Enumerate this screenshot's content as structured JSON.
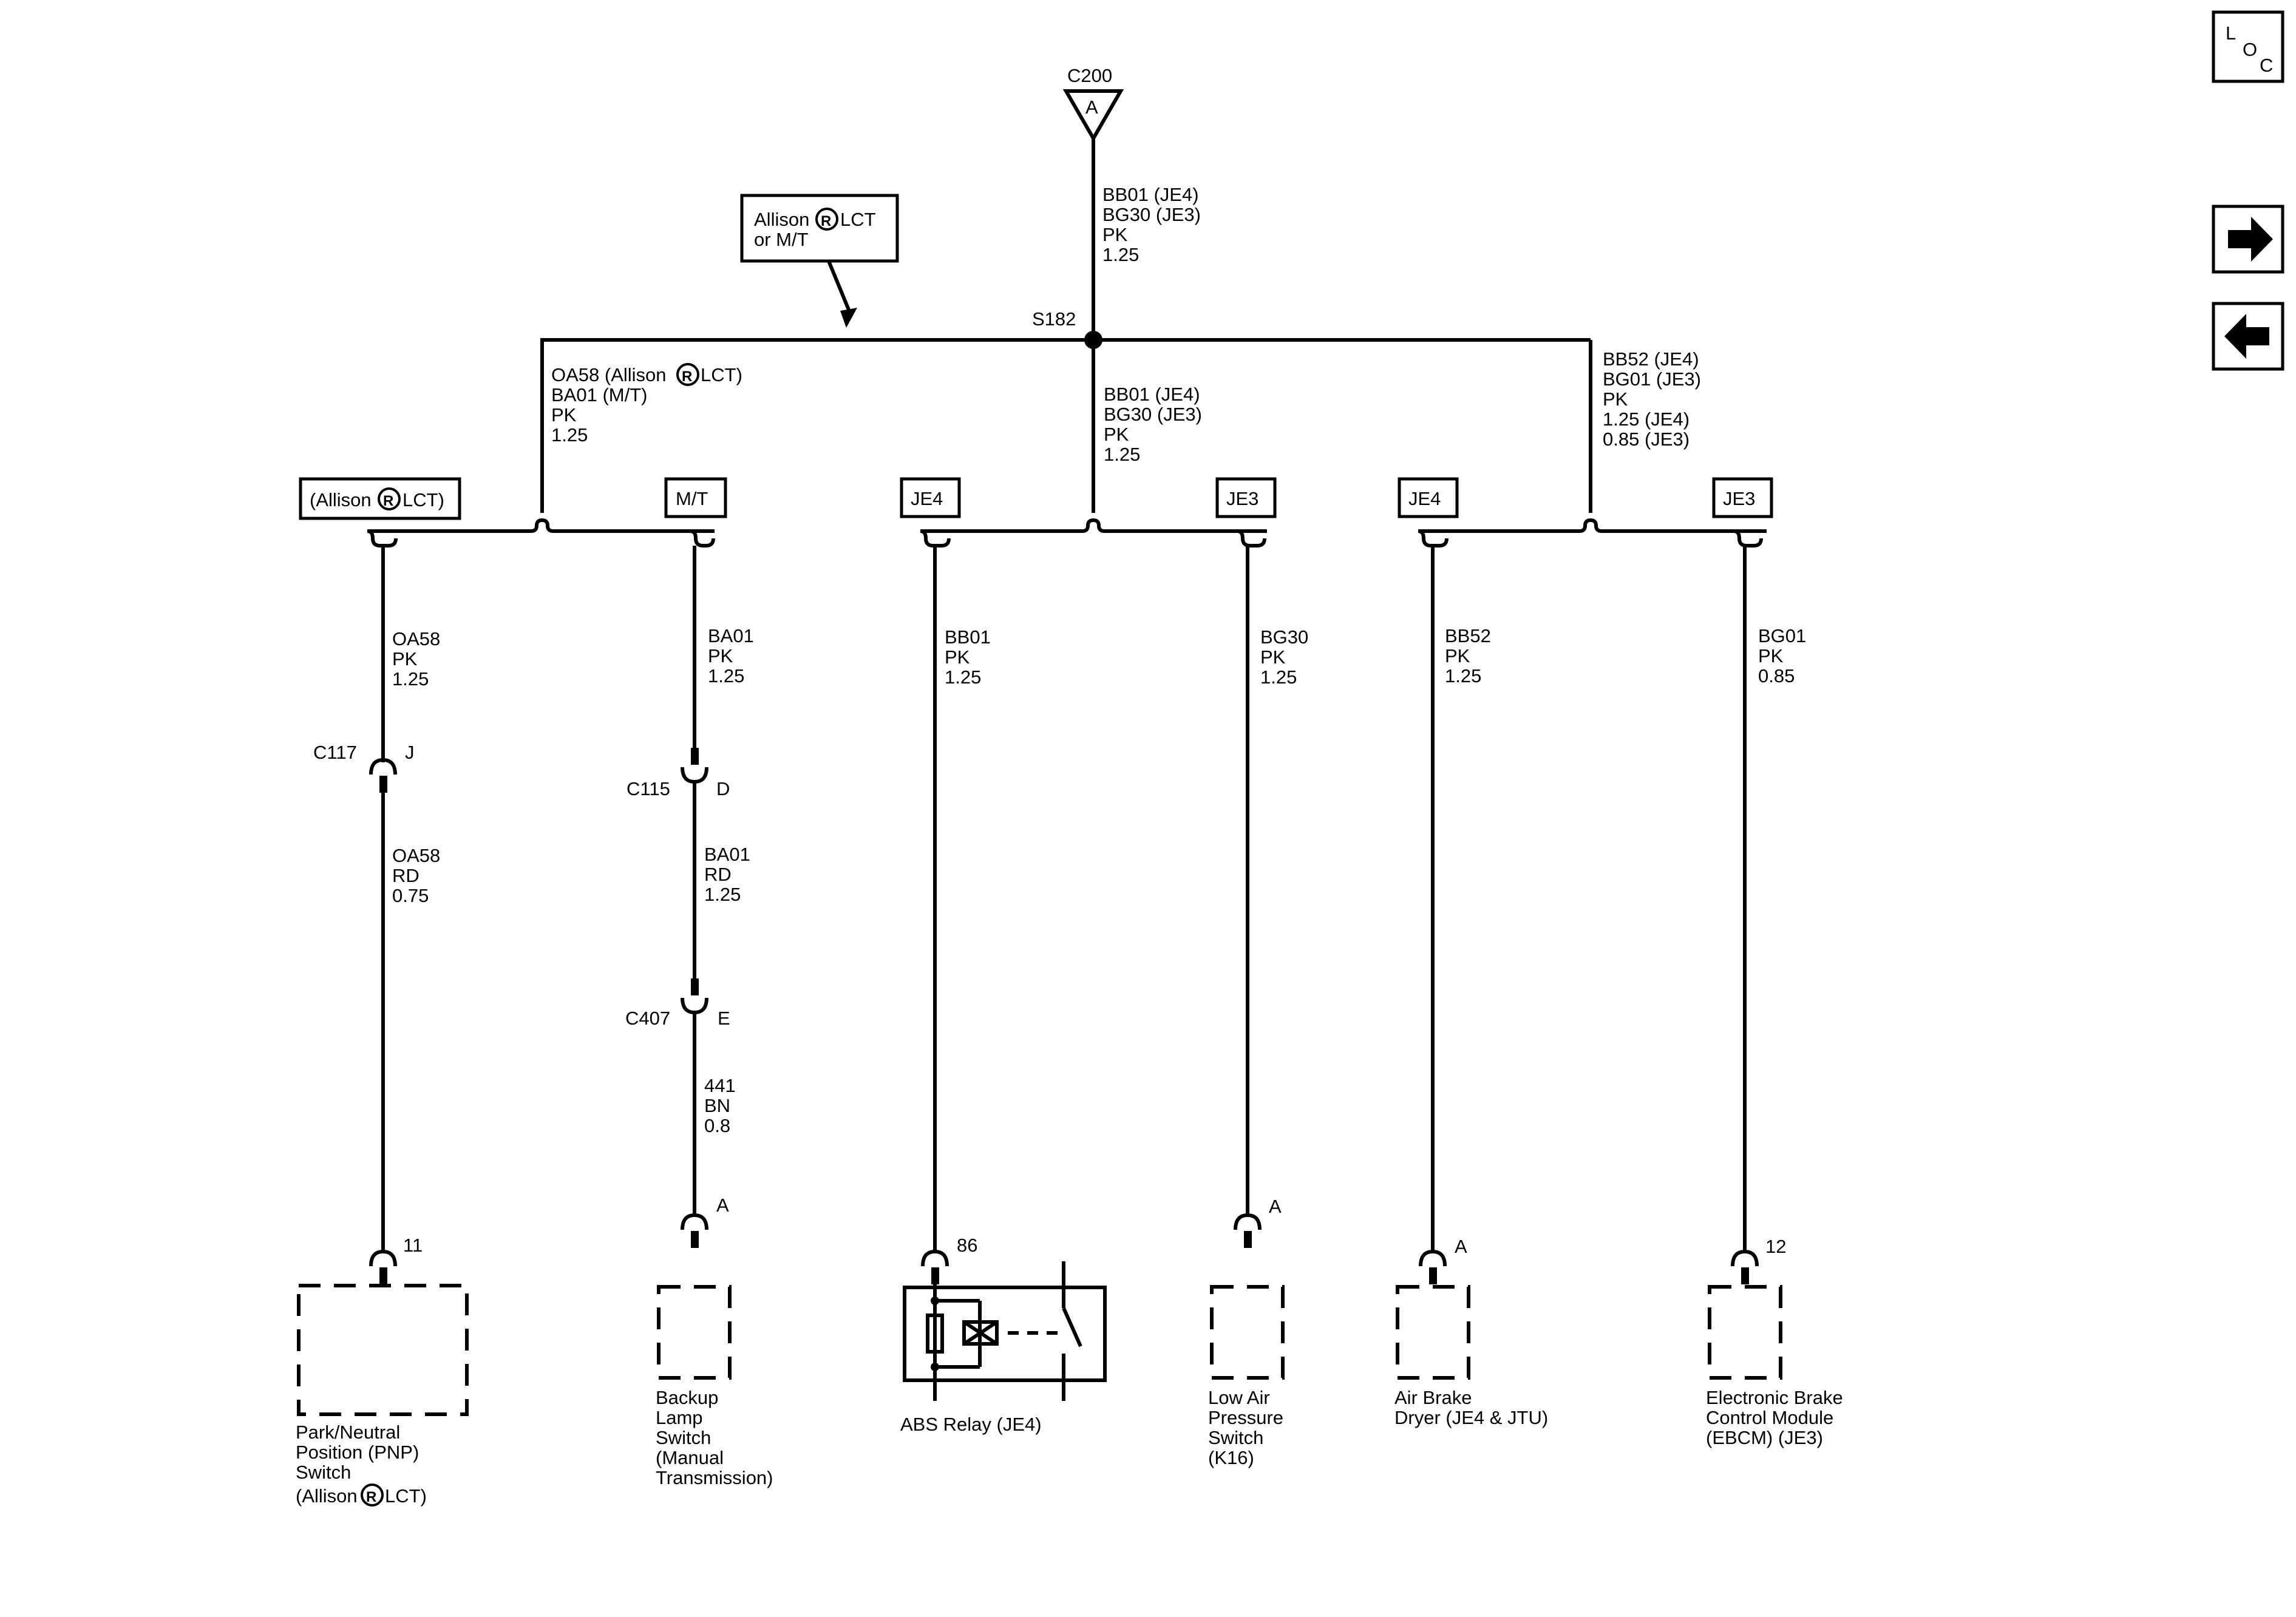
{
  "nav": {
    "loc_letters": [
      "L",
      "O",
      "C"
    ],
    "forward_icon": "arrow-right-icon",
    "back_icon": "arrow-left-icon"
  },
  "top": {
    "c200": "C200",
    "c200_pin": "A",
    "feed_wire": [
      "BB01 (JE4)",
      "BG30 (JE3)",
      "PK",
      "1.25"
    ],
    "splice": "S182",
    "callout": [
      "Allison",
      "LCT",
      "or M/T"
    ]
  },
  "branches": {
    "left": [
      "OA58 (Allison",
      "LCT)",
      "BA01 (M/T)",
      "PK",
      "1.25"
    ],
    "middle": [
      "BB01 (JE4)",
      "BG30 (JE3)",
      "PK",
      "1.25"
    ],
    "right": [
      "BB52 (JE4)",
      "BG01 (JE3)",
      "PK",
      "1.25 (JE4)",
      "0.85 (JE3)"
    ]
  },
  "options": {
    "allison": "(Allison",
    "allison_tail": "LCT)",
    "mt": "M/T",
    "je4_a": "JE4",
    "je3_a": "JE3",
    "je4_b": "JE4",
    "je3_b": "JE3"
  },
  "registered_mark": "R",
  "circuits": {
    "pnp": {
      "upper_wire": [
        "OA58",
        "PK",
        "1.25"
      ],
      "connector": "C117",
      "connector_pin": "J",
      "lower_wire": [
        "OA58",
        "RD",
        "0.75"
      ],
      "terminal": "11",
      "component": [
        "Park/Neutral",
        "Position (PNP)",
        "Switch",
        "(Allison",
        "LCT)"
      ]
    },
    "backup": {
      "upper_wire": [
        "BA01",
        "PK",
        "1.25"
      ],
      "connector_1": "C115",
      "connector_1_pin": "D",
      "mid_wire": [
        "BA01",
        "RD",
        "1.25"
      ],
      "connector_2": "C407",
      "connector_2_pin": "E",
      "lower_wire": [
        "441",
        "BN",
        "0.8"
      ],
      "terminal": "A",
      "component": [
        "Backup",
        "Lamp",
        "Switch",
        "(Manual",
        "Transmission)"
      ]
    },
    "abs": {
      "wire": [
        "BB01",
        "PK",
        "1.25"
      ],
      "terminal": "86",
      "component": [
        "ABS Relay (JE4)"
      ]
    },
    "low_air": {
      "wire": [
        "BG30",
        "PK",
        "1.25"
      ],
      "terminal": "A",
      "component": [
        "Low Air",
        "Pressure",
        "Switch",
        "(K16)"
      ]
    },
    "dryer": {
      "wire": [
        "BB52",
        "PK",
        "1.25"
      ],
      "terminal": "A",
      "component": [
        "Air Brake",
        "Dryer (JE4 & JTU)"
      ]
    },
    "ebcm": {
      "wire": [
        "BG01",
        "PK",
        "0.85"
      ],
      "terminal": "12",
      "component": [
        "Electronic Brake",
        "Control Module",
        "(EBCM) (JE3)"
      ]
    }
  }
}
